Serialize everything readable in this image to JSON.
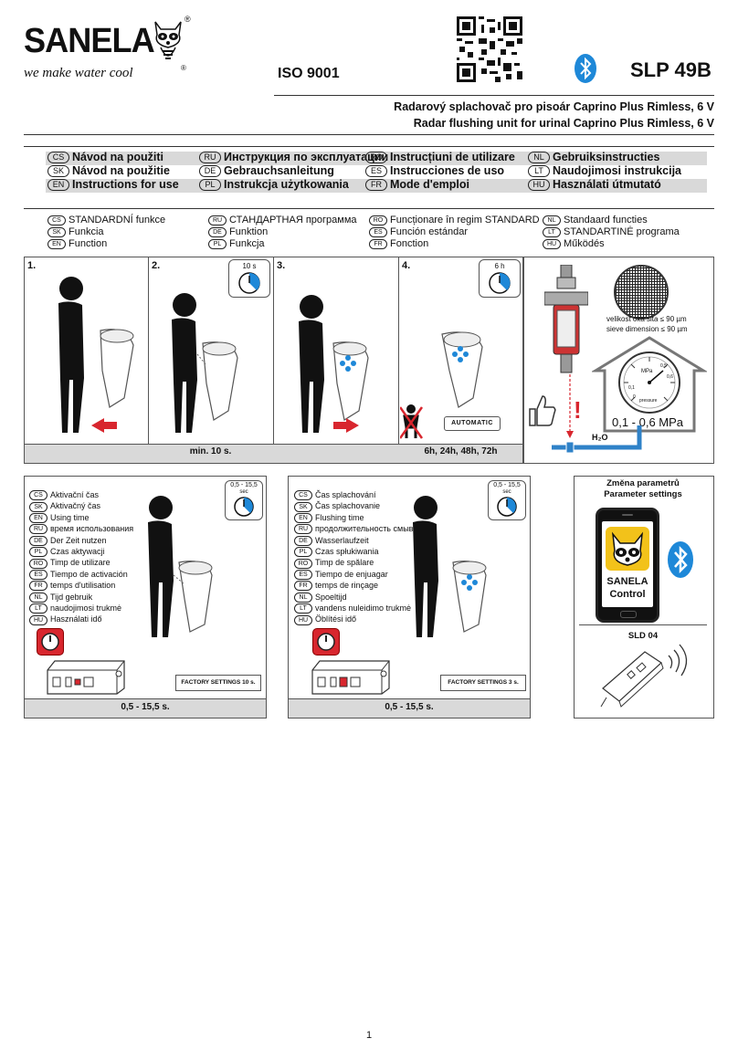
{
  "header": {
    "brand": "SANELA",
    "tagline": "we make water cool",
    "iso": "ISO 9001",
    "model": "SLP 49B",
    "title_cs": "Radarový splachovač pro pisoár Caprino Plus Rimless, 6 V",
    "title_en": "Radar flushing unit for urinal Caprino Plus Rimless, 6 V"
  },
  "languages": [
    {
      "code": "CS",
      "label": "Návod na použiti"
    },
    {
      "code": "RU",
      "label": "Инструкция по эксплуатации"
    },
    {
      "code": "RO",
      "label": "Instrucțiuni de utilizare"
    },
    {
      "code": "NL",
      "label": "Gebruiksinstructies"
    },
    {
      "code": "SK",
      "label": "Návod na použitie"
    },
    {
      "code": "DE",
      "label": "Gebrauchsanleitung"
    },
    {
      "code": "ES",
      "label": "Instrucciones de uso"
    },
    {
      "code": "LT",
      "label": "Naudojimosi instrukcija"
    },
    {
      "code": "EN",
      "label": "Instructions for use"
    },
    {
      "code": "PL",
      "label": "Instrukcja użytkowania"
    },
    {
      "code": "FR",
      "label": "Mode d'emploi"
    },
    {
      "code": "HU",
      "label": "Használati útmutató"
    }
  ],
  "functions": [
    {
      "code": "CS",
      "label": "STANDARDNÍ funkce"
    },
    {
      "code": "RU",
      "label": "СТАНДАРТНАЯ программа"
    },
    {
      "code": "RO",
      "label": "Funcționare în regim STANDARD"
    },
    {
      "code": "NL",
      "label": "Standaard functies"
    },
    {
      "code": "SK",
      "label": "Funkcia"
    },
    {
      "code": "DE",
      "label": "Funktion"
    },
    {
      "code": "ES",
      "label": "Función estándar"
    },
    {
      "code": "LT",
      "label": "STANDARTINĖ programa"
    },
    {
      "code": "EN",
      "label": "Function"
    },
    {
      "code": "PL",
      "label": "Funkcja"
    },
    {
      "code": "FR",
      "label": "Fonction"
    },
    {
      "code": "HU",
      "label": "Működés"
    }
  ],
  "steps": [
    {
      "num": "1.",
      "timer": ""
    },
    {
      "num": "2.",
      "timer": "10 s"
    },
    {
      "num": "3.",
      "timer": ""
    },
    {
      "num": "4.",
      "timer": "6 h"
    }
  ],
  "step_bar": {
    "s2": "min. 10 s.",
    "s4": "6h, 24h, 48h, 72h"
  },
  "automatic": "AUTOMATIC",
  "filter": {
    "sieve_cs": "velikost oka sita ≤ 90 µm",
    "sieve_en": "sieve dimension ≤ 90 µm",
    "pressure": "0,1 - 0,6 MPa",
    "h2o": "H₂O",
    "gauge_unit": "MPa",
    "gauge_label": "pressure",
    "gauge_ticks": [
      "0",
      "0,1",
      "0,5",
      "0,6"
    ],
    "warning": "!"
  },
  "activation": {
    "items": [
      {
        "code": "CS",
        "label": "Aktivační čas"
      },
      {
        "code": "SK",
        "label": "Aktivačný čas"
      },
      {
        "code": "EN",
        "label": "Using time"
      },
      {
        "code": "RU",
        "label": "время использования"
      },
      {
        "code": "DE",
        "label": "Der Zeit nutzen"
      },
      {
        "code": "PL",
        "label": "Czas aktywacji"
      },
      {
        "code": "RO",
        "label": "Timp de utilizare"
      },
      {
        "code": "ES",
        "label": "Tiempo de activación"
      },
      {
        "code": "FR",
        "label": "temps d'utilisation"
      },
      {
        "code": "NL",
        "label": "Tijd gebruik"
      },
      {
        "code": "LT",
        "label": "naudojimosi trukmė"
      },
      {
        "code": "HU",
        "label": "Használati idő"
      }
    ],
    "timer": "0,5 - 15,5",
    "timer_unit": "sec",
    "factory": "FACTORY SETTINGS 10 s.",
    "range": "0,5 - 15,5 s."
  },
  "flushing": {
    "items": [
      {
        "code": "CS",
        "label": "Čas splachování"
      },
      {
        "code": "SK",
        "label": "Čas splachovanie"
      },
      {
        "code": "EN",
        "label": "Flushing time"
      },
      {
        "code": "RU",
        "label": "продолжительность смыва"
      },
      {
        "code": "DE",
        "label": "Wasserlaufzeit"
      },
      {
        "code": "PL",
        "label": "Czas spłukiwania"
      },
      {
        "code": "RO",
        "label": "Timp de spălare"
      },
      {
        "code": "ES",
        "label": "Tiempo de enjuagar"
      },
      {
        "code": "FR",
        "label": "temps de rinçage"
      },
      {
        "code": "NL",
        "label": "Spoeltijd"
      },
      {
        "code": "LT",
        "label": "vandens nuleidimo trukmė"
      },
      {
        "code": "HU",
        "label": "Öblítési idő"
      }
    ],
    "timer": "0,5 - 15,5",
    "timer_unit": "sec",
    "factory": "FACTORY SETTINGS 3 s.",
    "range": "0,5 - 15,5 s."
  },
  "params": {
    "title_cs": "Změna parametrů",
    "title_en": "Parameter settings",
    "app_line1": "SANELA",
    "app_line2": "Control",
    "remote": "SLD 04"
  },
  "page_number": "1",
  "colors": {
    "accent_blue": "#1e88d8",
    "gray_bar": "#d9d9d9",
    "red": "#d8262e",
    "pipe_blue": "#2f82c8"
  }
}
